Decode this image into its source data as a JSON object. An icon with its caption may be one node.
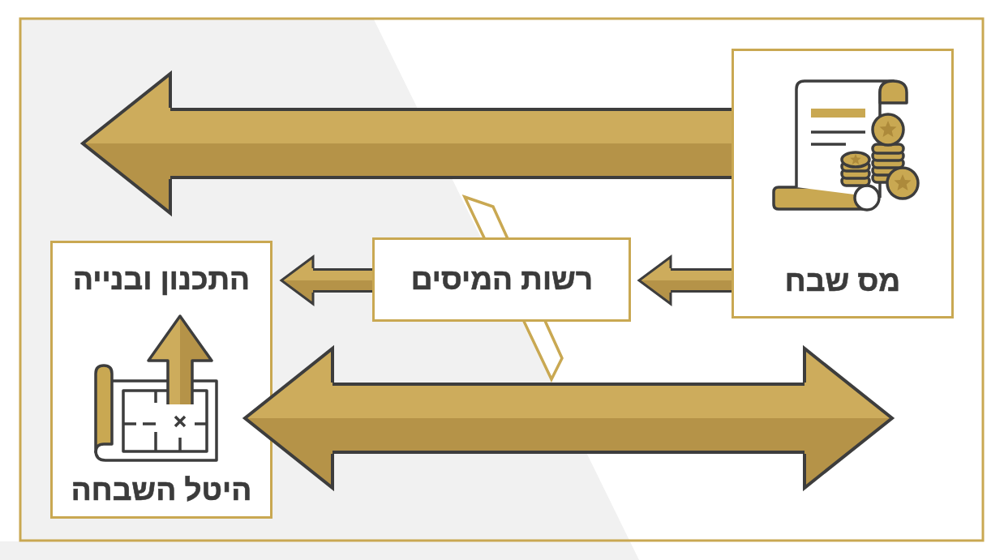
{
  "diagram": {
    "nodes": [
      {
        "text": [
          "מס שבח"
        ]
      },
      {
        "text": [
          "רשות המיסים"
        ]
      },
      {
        "text": [
          "התכנון ובנייה",
          "היטל השבחה"
        ]
      }
    ],
    "edges": [
      {
        "from": 0,
        "to": 2,
        "arrow": "to",
        "style": "thick"
      },
      {
        "from": 0,
        "to": 1,
        "arrow": "to"
      },
      {
        "from": 1,
        "to": 2,
        "arrow": "to"
      },
      {
        "from": 2,
        "to": 0,
        "arrow": "both",
        "style": "thick"
      }
    ]
  }
}
